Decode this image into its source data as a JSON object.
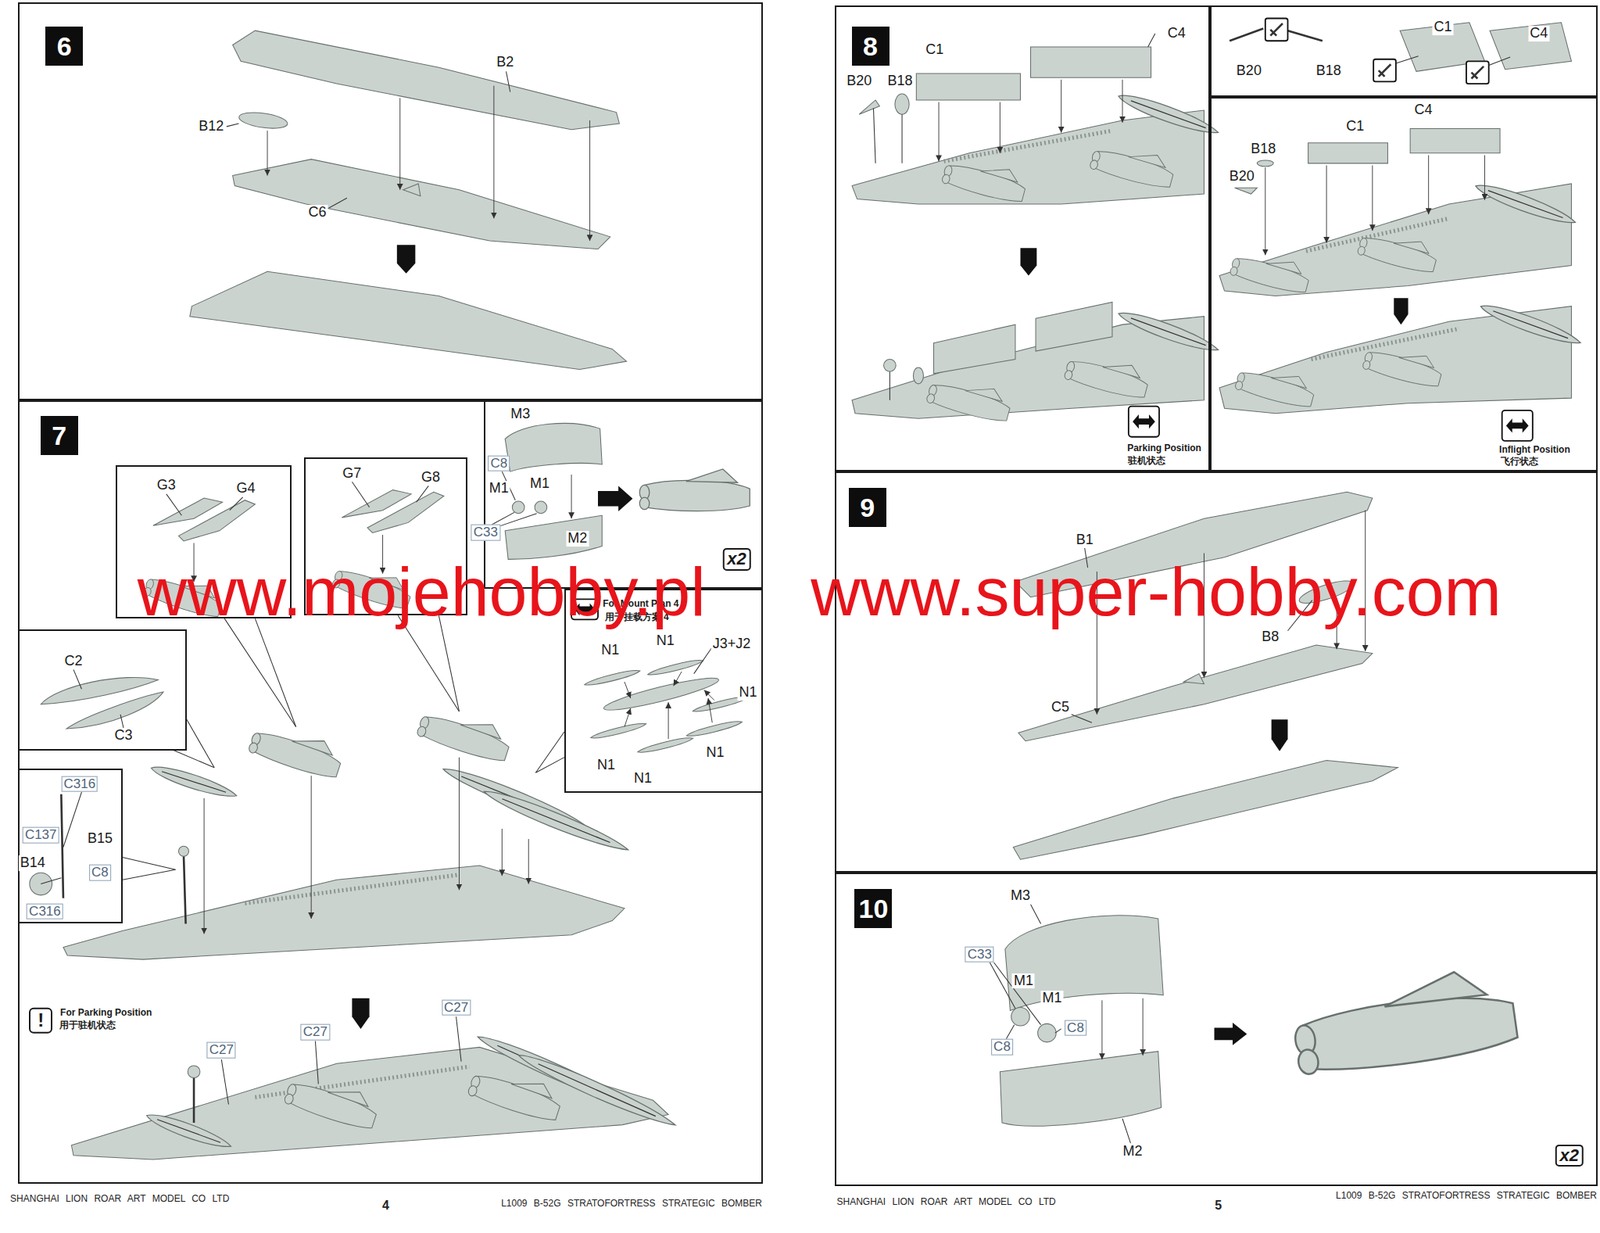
{
  "diagram": {
    "nodes": [
      {
        "text": [
          "6"
        ]
      },
      {
        "text": [
          "7"
        ]
      },
      {
        "text": [
          "G3",
          "G4"
        ],
        "in": 1
      },
      {
        "text": [
          "G7",
          "G8"
        ],
        "in": 1
      },
      {
        "text": [
          "C2",
          "C3"
        ],
        "in": 1
      },
      {
        "text": [
          "C316",
          "C137",
          "B15",
          "B14",
          "C8",
          "C316"
        ],
        "in": 1
      },
      {
        "text": [
          "M3",
          "C8",
          "M1",
          "M1",
          "C33",
          "M2",
          "x2"
        ],
        "in": 1
      },
      {
        "text": [
          "For Mount Plan 4",
          "用于挂载方案 4",
          "N1",
          "N1",
          "J3+J2",
          "N1",
          "N1",
          "N1",
          "N1"
        ],
        "in": 1
      },
      {
        "text": [
          "8"
        ]
      },
      {
        "text": [
          "C1",
          "C4",
          "B20",
          "B18",
          "Parking Position",
          "驻机状态"
        ],
        "in": 8
      },
      {
        "text": [
          "B20",
          "B18",
          "C1",
          "C4"
        ],
        "in": 8
      },
      {
        "text": [
          "C1",
          "C4",
          "B18",
          "B20",
          "Inflight Position",
          "飞行状态"
        ],
        "in": 8
      },
      {
        "text": [
          "9"
        ]
      },
      {
        "text": [
          "10"
        ]
      }
    ],
    "labels": [
      "B2",
      "B12",
      "C6",
      "C27",
      "C27",
      "C27",
      "!",
      "For Parking Position",
      "用于驻机状态",
      "B1",
      "B8",
      "C5",
      "M3",
      "C33",
      "M1",
      "M1",
      "C8",
      "C8",
      "M2",
      "x2",
      "SHANGHAI LION ROAR ART MODEL CO LTD",
      "4",
      "L1009 B-52G STRATOFORTRESS STRATEGIC BOMBER",
      "SHANGHAI LION ROAR ART MODEL CO LTD",
      "5",
      "L1009 B-52G STRATOFORTRESS STRATEGIC BOMBER",
      "www.mojehobby.pl www.super-hobby.com"
    ]
  }
}
